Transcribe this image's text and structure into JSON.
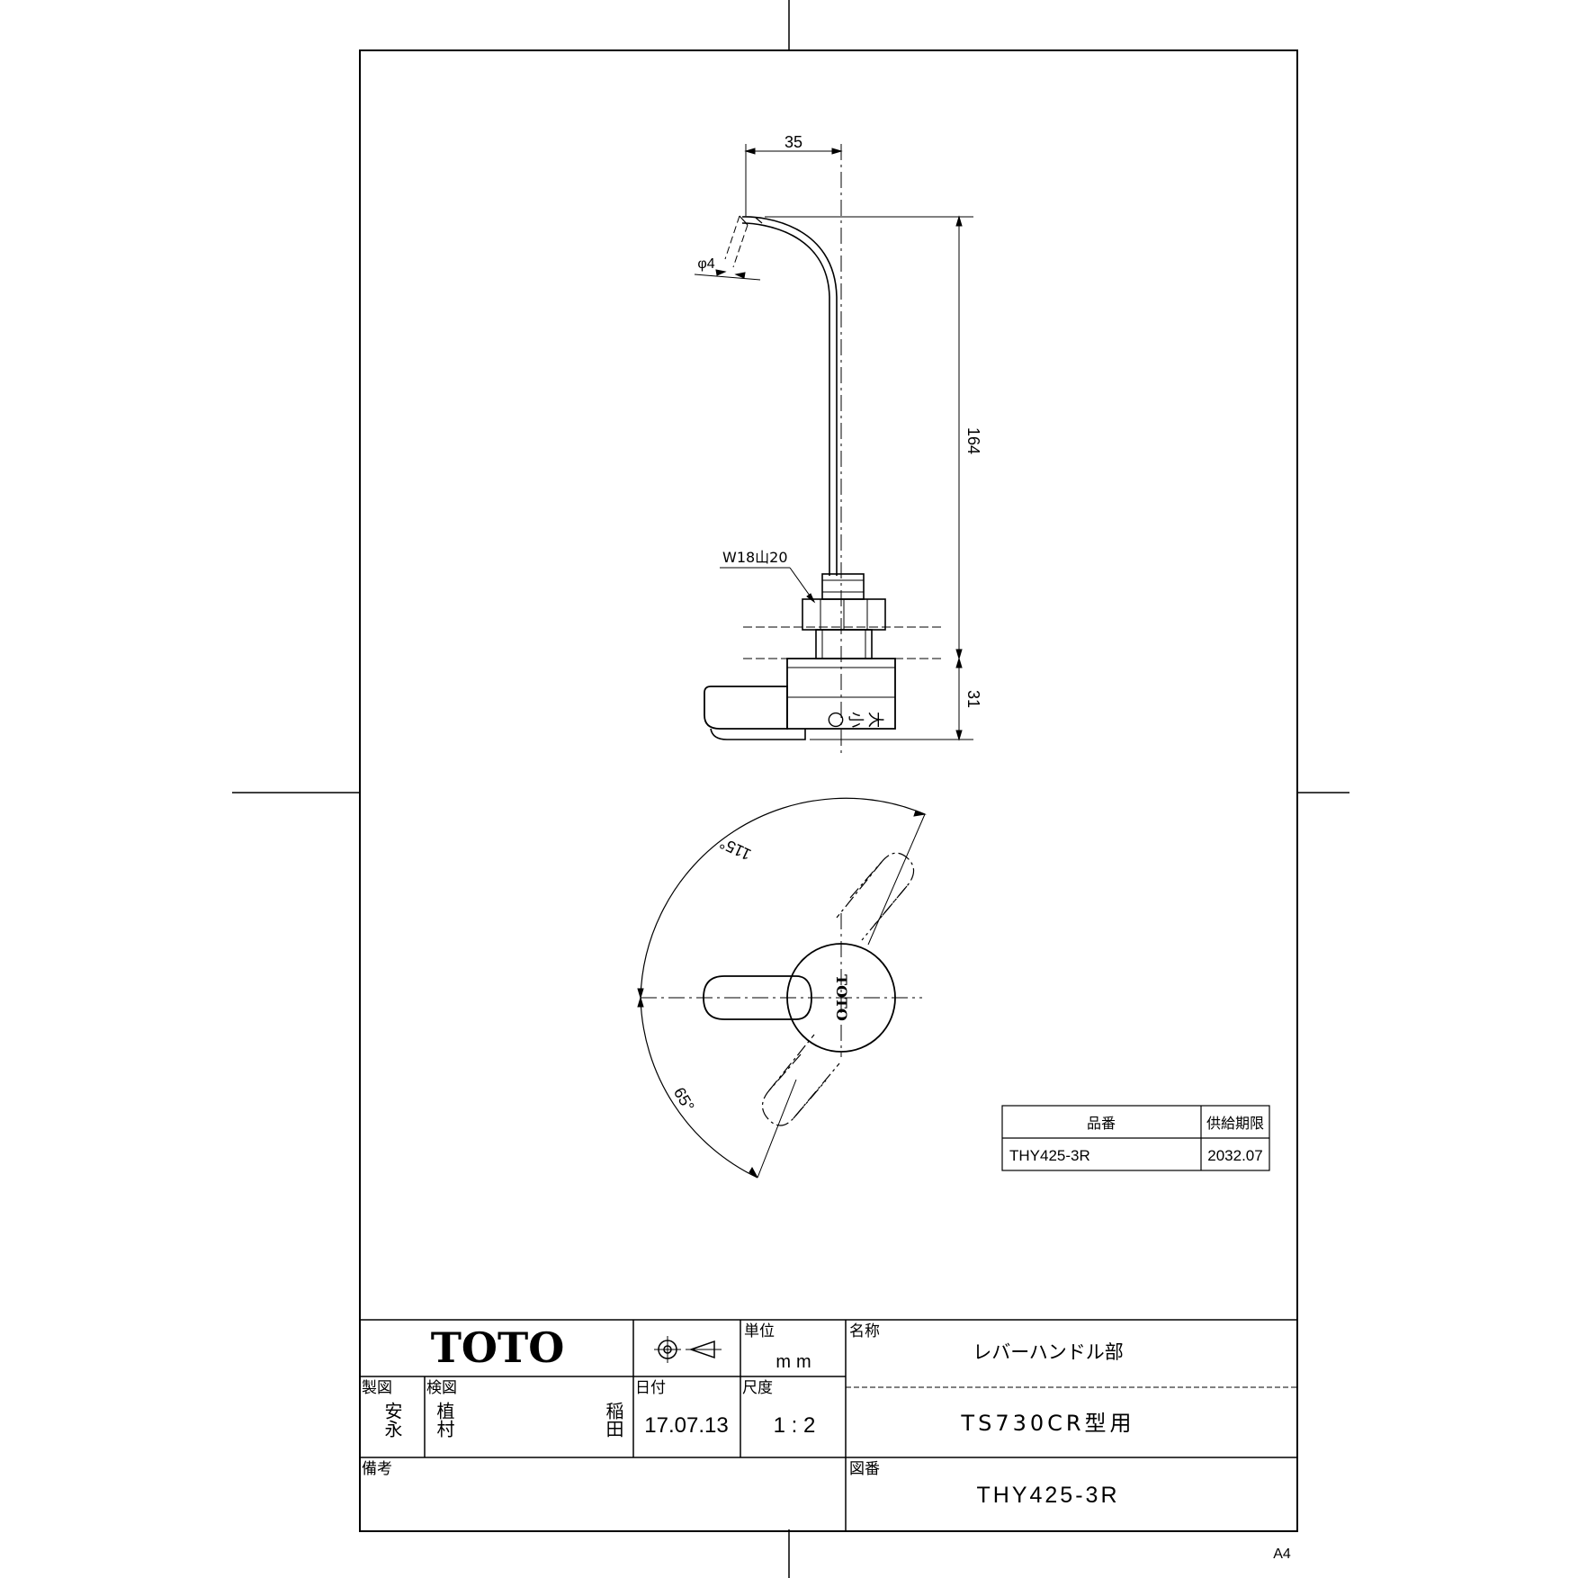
{
  "drawing": {
    "paper_size": "A4",
    "dimensions": {
      "top_width": "35",
      "pipe_diameter": "φ4",
      "height_upper": "164",
      "height_lower": "31",
      "thread": "W18山20",
      "angle_large": "115°",
      "angle_small": "65°"
    },
    "part_markings": [
      "大",
      "小",
      "〇"
    ],
    "handle_logo": "TOTO"
  },
  "supply_table": {
    "headers": [
      "品番",
      "供給期限"
    ],
    "rows": [
      [
        "THY425-3R",
        "2032.07"
      ]
    ]
  },
  "title_block": {
    "logo": "TOTO",
    "unit_label": "単位",
    "unit_value": "mm",
    "name_label": "名称",
    "name_value": "レバーハンドル部",
    "subtitle": "TS730CR型用",
    "drawn_label": "製図",
    "drawn_by": "安永",
    "checked_label": "検図",
    "checked_by_1": "植村",
    "checked_by_2": "稲田",
    "date_label": "日付",
    "date_value": "17.07.13",
    "scale_label": "尺度",
    "scale_value": "1 : 2",
    "remarks_label": "備考",
    "number_label": "図番",
    "number_value": "THY425-3R"
  }
}
